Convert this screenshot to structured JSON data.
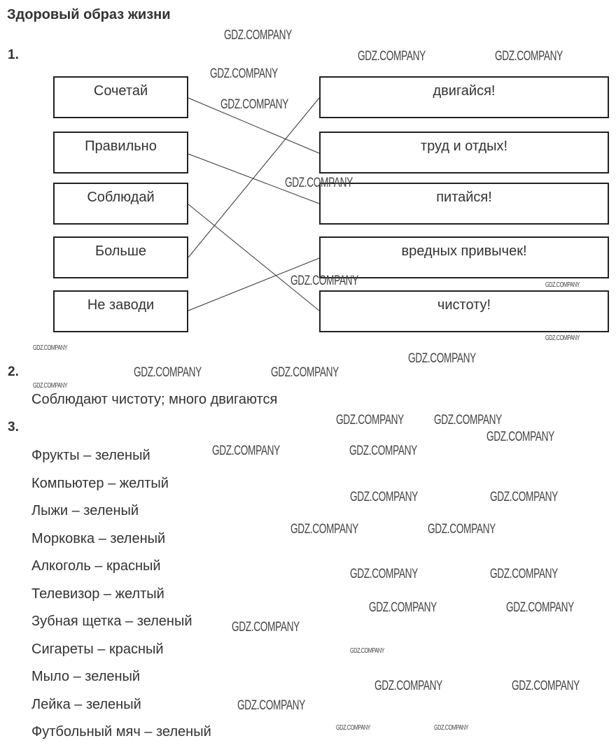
{
  "title": "Здоровый образ жизни",
  "section1": {
    "number": "1.",
    "left": [
      "Сочетай",
      "Правильно",
      "Соблюдай",
      "Больше",
      "Не заводи"
    ],
    "right": [
      "двигайся!",
      "труд и отдых!",
      "питайся!",
      "вредных привычек!",
      "чистоту!"
    ],
    "matches": [
      [
        0,
        1
      ],
      [
        1,
        2
      ],
      [
        2,
        4
      ],
      [
        3,
        0
      ],
      [
        4,
        3
      ]
    ]
  },
  "section2": {
    "number": "2.",
    "answer": "Соблюдают чистоту; много двигаются"
  },
  "section3": {
    "number": "3.",
    "items": [
      "Фрукты – зеленый",
      "Компьютер – желтый",
      "Лыжи – зеленый",
      "Морковка – зеленый",
      "Алкоголь – красный",
      "Телевизор – желтый",
      "Зубная щетка – зеленый",
      "Сигареты – красный",
      "Мыло – зеленый",
      "Лейка – зеленый",
      "Футбольный мяч – зеленый"
    ]
  },
  "watermark": "GDZ.COMPANY"
}
